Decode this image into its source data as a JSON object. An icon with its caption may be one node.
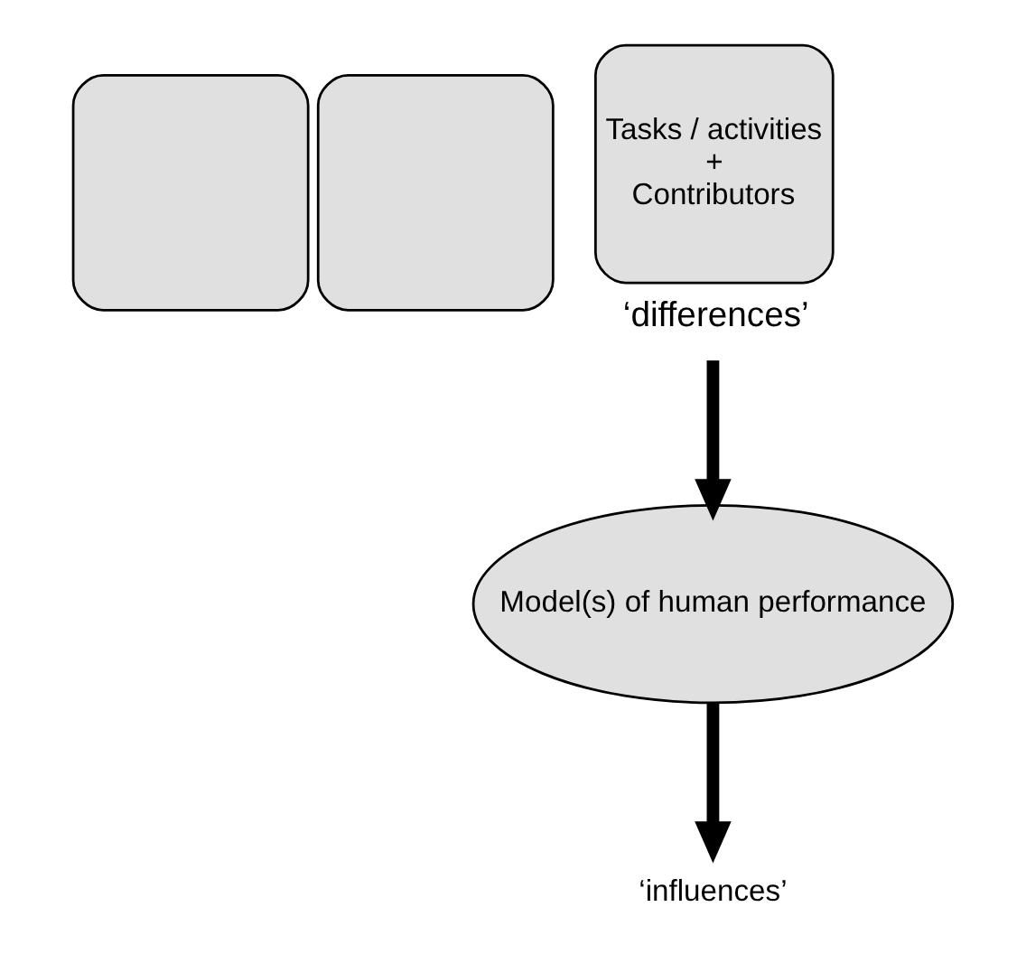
{
  "diagram": {
    "nodes": [
      {
        "text": [],
        "shape": "box"
      },
      {
        "text": [],
        "shape": "box"
      },
      {
        "text": [
          "Tasks / activities",
          "+",
          "Contributors"
        ],
        "beside": [
          "‘differences’"
        ]
      },
      {
        "text": [
          "Model(s) of human performance"
        ]
      },
      {
        "text": [
          "‘influences’"
        ]
      }
    ],
    "edges": [
      {
        "from": 2,
        "to": 3,
        "arrow": "to"
      },
      {
        "from": 3,
        "to": 4,
        "arrow": "to"
      }
    ]
  }
}
